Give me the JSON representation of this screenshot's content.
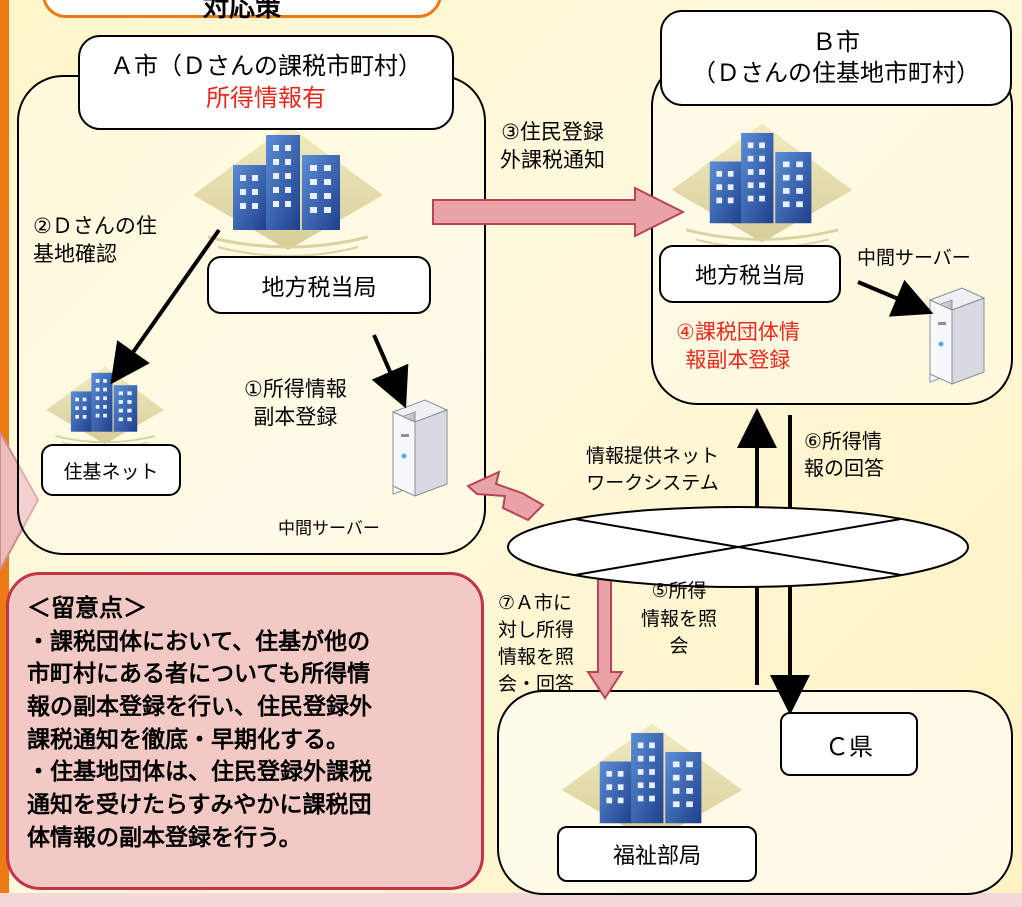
{
  "heading": "対応策",
  "city_a": {
    "title": "Ａ市（Ｄさんの課税市町村）",
    "subtitle": "所得情報有"
  },
  "city_b": {
    "title": "Ｂ市",
    "subtitle": "（Ｄさんの住基地市町村）"
  },
  "a_tax_office": "地方税当局",
  "b_tax_office": "地方税当局",
  "jukinet": "住基ネット",
  "c_pref": "Ｃ県",
  "welfare": "福祉部局",
  "a_server": "中間サーバー",
  "b_server": "中間サーバー",
  "network": [
    "情報提供ネット",
    "ワークシステム"
  ],
  "steps": {
    "s1": [
      "①所得情報",
      "副本登録"
    ],
    "s2": [
      "②Ｄさんの住",
      "基地確認"
    ],
    "s3": [
      "③住民登録",
      "外課税通知"
    ],
    "s4": [
      "④課税団体情",
      "報副本登録"
    ],
    "s5": [
      "⑤所得",
      "情報を照",
      "会"
    ],
    "s6": [
      "⑥所得情",
      "報の回答"
    ],
    "s7": [
      "⑦Ａ市に",
      "対し所得",
      "情報を照",
      "会・回答"
    ]
  },
  "notes": {
    "title": "＜留意点＞",
    "lines": [
      "・課税団体において、住基が他の",
      "市町村にある者についても所得情",
      "報の副本登録を行い、住民登録外",
      "課税通知を徹底・早期化する。",
      "・住基地団体は、住民登録外課税",
      "通知を受けたらすみやかに課税団",
      "体情報の副本登録を行う。"
    ]
  },
  "colors": {
    "accent_orange": "#ee7a14",
    "red": "#e8281c",
    "note_bg": "#f2c9c5",
    "note_border": "#c1344a",
    "arrow_pink": "#e7a3a6",
    "arrow_pink_border": "#b9435a"
  }
}
